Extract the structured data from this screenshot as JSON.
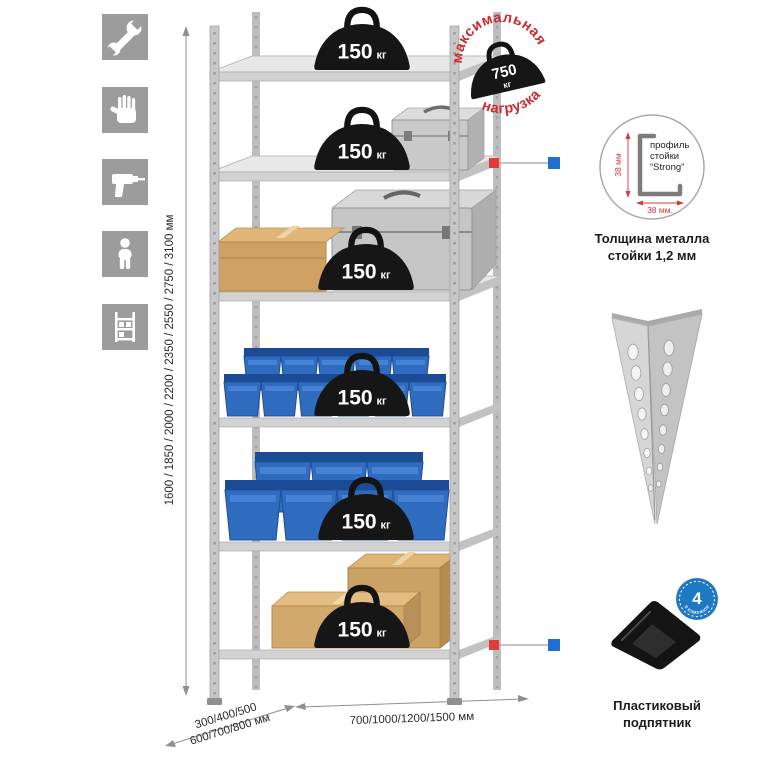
{
  "sidebar": {
    "icons": [
      {
        "name": "wrench"
      },
      {
        "name": "work-glove"
      },
      {
        "name": "drill"
      },
      {
        "name": "person"
      },
      {
        "name": "rack"
      }
    ]
  },
  "rack": {
    "shelf_count": 6,
    "shelf_load": {
      "value": "150",
      "unit": "кг"
    }
  },
  "stamp": {
    "arc_top": "максимальная",
    "arc_bottom": "нагрузка",
    "value": "750",
    "unit": "кг"
  },
  "dimensions": {
    "height": "1600 / 1850 / 2000 / 2200 / 2350 / 2550 / 2750 / 3100 мм",
    "depth_line1": "300/400/500",
    "depth_line2": "600/700/800 мм",
    "width": "700/1000/1200/1500 мм"
  },
  "profile_callout": {
    "line1": "профиль",
    "line2": "стойки",
    "line3": "“Strong”",
    "dim_vertical": "38 мм",
    "dim_horizontal": "38 мм.",
    "caption_line1": "Толщина металла",
    "caption_line2": "стойки 1,2 мм"
  },
  "foot_callout": {
    "badge_value": "4",
    "badge_arc": "в комплекте",
    "caption_line1": "Пластиковый",
    "caption_line2": "подпятник"
  },
  "colors": {
    "accent_red": "#cd2a31",
    "accent_blue": "#1d6fd1",
    "bin_blue": "#2f6cc0",
    "metal": "#c9c9c9",
    "icon_tile": "#9c9c9c"
  }
}
